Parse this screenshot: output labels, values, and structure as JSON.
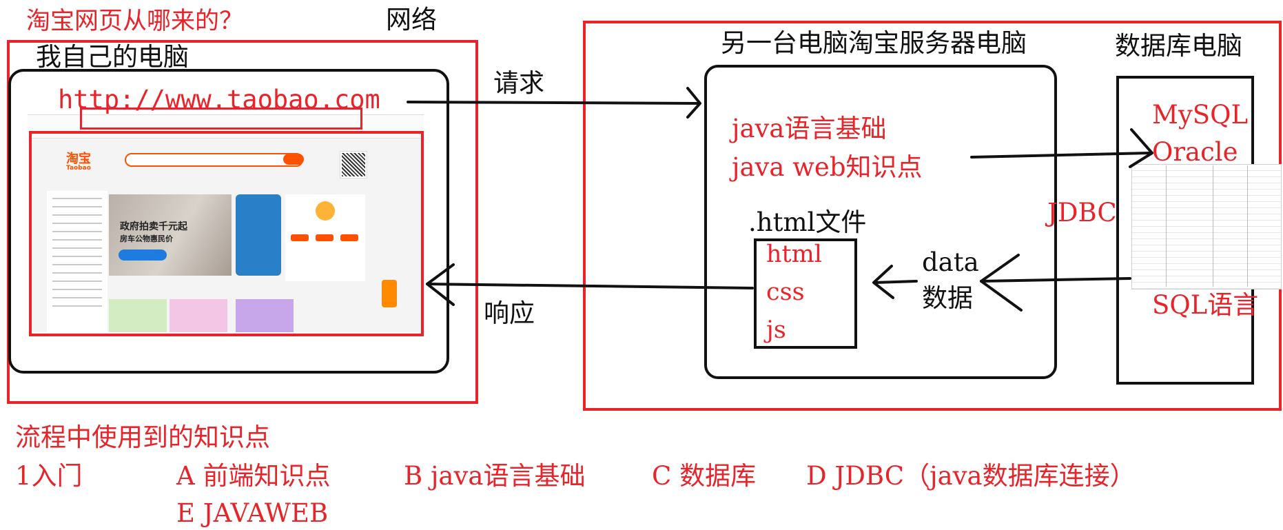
{
  "title_question": "淘宝网页从哪来的？",
  "network_label": "网络",
  "my_computer": {
    "label": "我自己的电脑",
    "url": "http://www.taobao.com",
    "screenshot": {
      "logo": "淘宝",
      "logo_sub": "Taobao",
      "banner_line1": "政府拍卖千元起",
      "banner_line2": "房车公物惠民价"
    }
  },
  "request_label": "请求",
  "response_label": "响应",
  "server": {
    "label": "另一台电脑淘宝服务器电脑",
    "knowledge_line1": "java语言基础",
    "knowledge_line2": "java web知识点",
    "html_file_label": ".html文件",
    "file_items": [
      "html",
      "css",
      "js"
    ],
    "data_label_en": "data",
    "data_label_zh": "数据"
  },
  "database": {
    "label": "数据库电脑",
    "products": [
      "MySQL",
      "Oracle"
    ],
    "language": "SQL语言",
    "jdbc_label": "JDBC"
  },
  "summary": {
    "heading": "流程中使用到的知识点",
    "line1_prefix": "1入门",
    "items": [
      "A 前端知识点",
      "B java语言基础",
      "C 数据库",
      "D JDBC（java数据库连接）",
      "E JAVAWEB"
    ]
  },
  "colors": {
    "accent_red": "#e8242a",
    "ink": "#111111"
  }
}
